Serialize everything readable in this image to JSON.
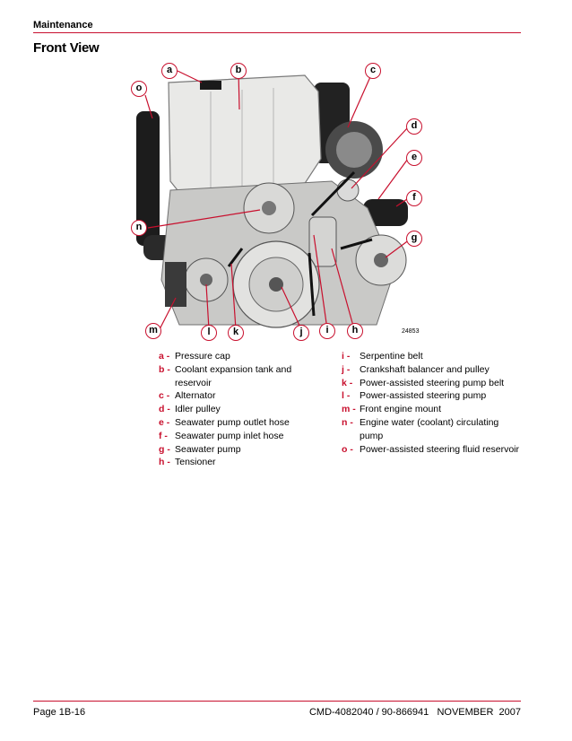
{
  "header": {
    "section": "Maintenance",
    "title": "Front View"
  },
  "figure": {
    "number": "24853",
    "callouts": [
      "a",
      "b",
      "c",
      "o",
      "d",
      "e",
      "f",
      "n",
      "g",
      "m",
      "l",
      "k",
      "j",
      "i",
      "h"
    ]
  },
  "legend_left": [
    {
      "key": "a -",
      "text": "Pressure cap"
    },
    {
      "key": "b -",
      "text": "Coolant expansion tank and reservoir"
    },
    {
      "key": "c -",
      "text": "Alternator"
    },
    {
      "key": "d -",
      "text": "Idler pulley"
    },
    {
      "key": "e -",
      "text": "Seawater pump outlet hose"
    },
    {
      "key": "f -",
      "text": "Seawater pump inlet hose"
    },
    {
      "key": "g -",
      "text": "Seawater pump"
    },
    {
      "key": "h -",
      "text": "Tensioner"
    }
  ],
  "legend_right": [
    {
      "key": "i -",
      "text": "Serpentine belt"
    },
    {
      "key": "j -",
      "text": "Crankshaft balancer and pulley"
    },
    {
      "key": "k -",
      "text": "Power-assisted steering pump belt"
    },
    {
      "key": "l -",
      "text": "Power-assisted steering pump"
    },
    {
      "key": "m -",
      "text": "Front engine mount"
    },
    {
      "key": "n -",
      "text": "Engine water (coolant) circulating pump"
    },
    {
      "key": "o -",
      "text": "Power-assisted steering fluid reservoir"
    }
  ],
  "footer": {
    "page": "Page 1B-16",
    "doc": "CMD-4082040 / 90-866941   NOVEMBER  2007"
  }
}
